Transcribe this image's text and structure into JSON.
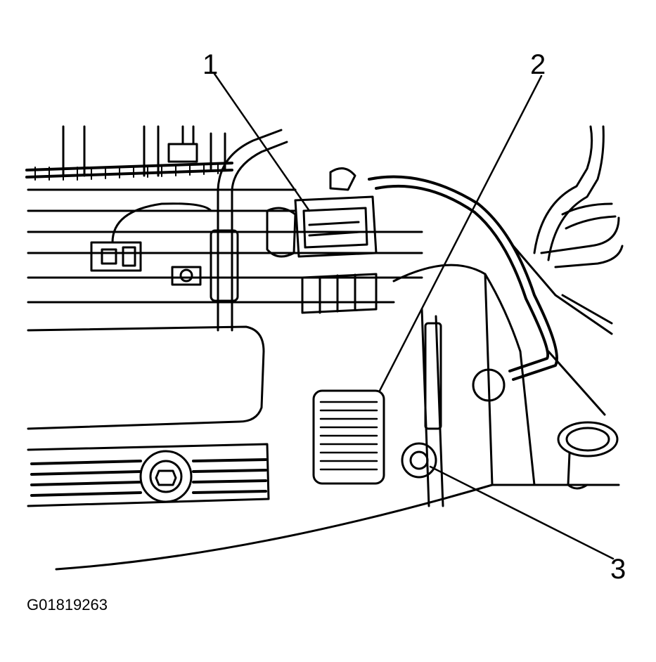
{
  "callouts": {
    "one": "1",
    "two": "2",
    "three": "3"
  },
  "figure_id": "G01819263"
}
